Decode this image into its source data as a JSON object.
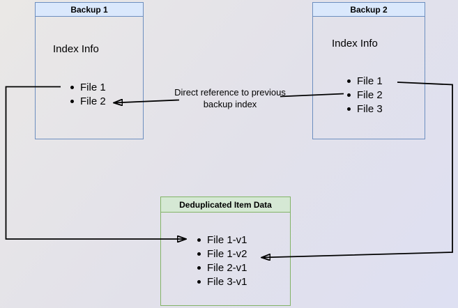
{
  "diagram": {
    "backup1": {
      "title": "Backup 1",
      "body_label": "Index Info",
      "files": [
        "File 1",
        "File 2"
      ]
    },
    "backup2": {
      "title": "Backup 2",
      "body_label": "Index Info",
      "files": [
        "File 1",
        "File 2",
        "File 3"
      ]
    },
    "dedup": {
      "title": "Deduplicated Item Data",
      "files": [
        "File 1-v1",
        "File 1-v2",
        "File 2-v1",
        "File 3-v1"
      ]
    },
    "annotation": "Direct reference to previous backup index",
    "colors": {
      "blue_header_fill": "#dae8fc",
      "blue_border": "#6c8ebf",
      "green_header_fill": "#d5e8d4",
      "green_border": "#82b366",
      "arrow": "#000000",
      "background_top_left": "#eae8e6",
      "background_bottom_right": "#dee0f2"
    }
  }
}
